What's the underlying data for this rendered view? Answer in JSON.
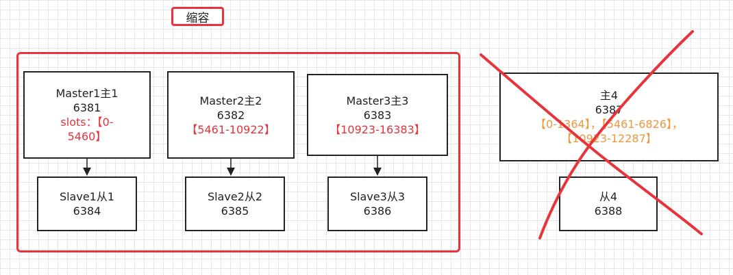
{
  "title": "缩容",
  "masters": [
    {
      "name": "Master1主1",
      "port": "6381",
      "slots": [
        "slots：【0-",
        "5460】"
      ]
    },
    {
      "name": "Master2主2",
      "port": "6382",
      "slots": [
        "【5461-10922】"
      ]
    },
    {
      "name": "Master3主3",
      "port": "6383",
      "slots": [
        "【10923-16383】"
      ]
    }
  ],
  "slaves": [
    {
      "name": "Slave1从1",
      "port": "6384"
    },
    {
      "name": "Slave2从2",
      "port": "6385"
    },
    {
      "name": "Slave3从3",
      "port": "6386"
    }
  ],
  "removed_master": {
    "name": "主4",
    "port": "6387",
    "slots": [
      "【0-1364】，【5461-6826】，",
      "【10923-12287】"
    ]
  },
  "removed_slave": {
    "name": "从4",
    "port": "6388"
  },
  "colors": {
    "frame": "#e8333a",
    "slots_red": "#e8333a",
    "slots_orange": "#f0963c",
    "cross": "#e8333a"
  }
}
